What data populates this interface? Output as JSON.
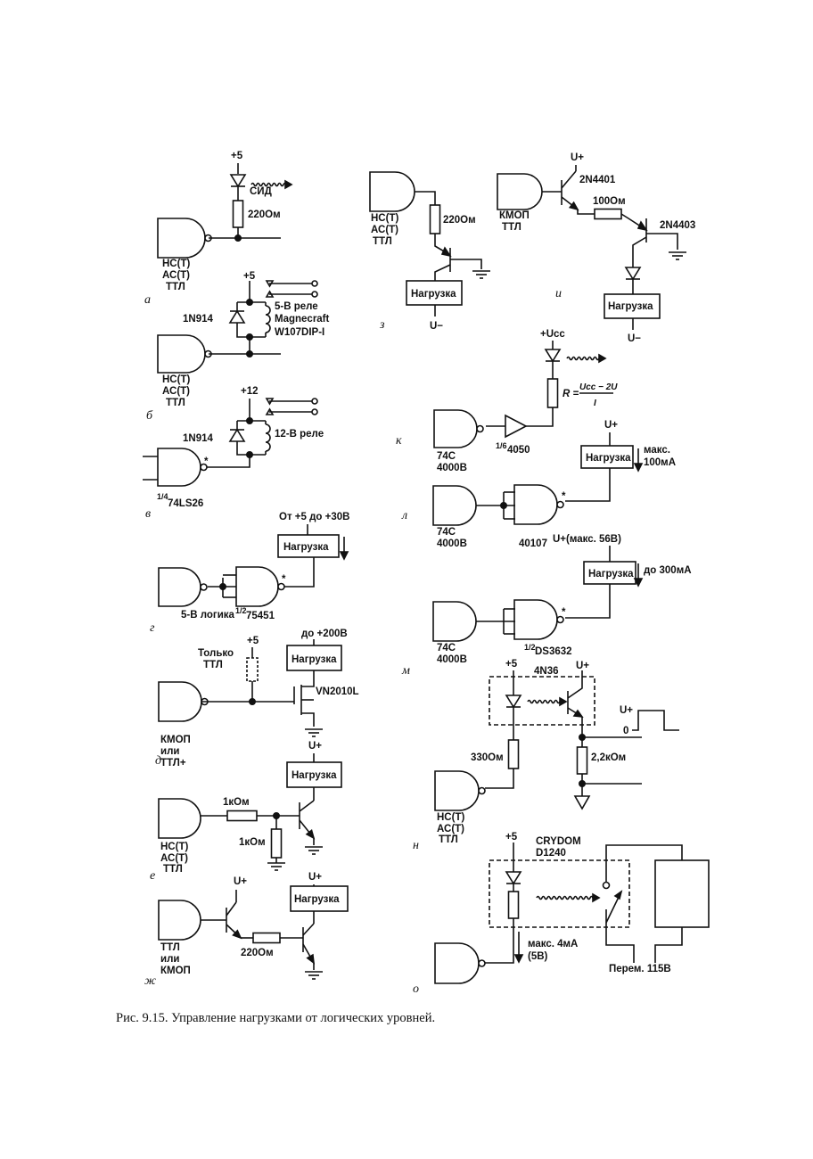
{
  "caption": "Рис. 9.15. Управление нагрузками от логических уровней.",
  "common": {
    "nc": "НС(Т)",
    "ac": "АС(Т)",
    "ttl": "ТТЛ",
    "load": "Нагрузка",
    "u_plus": "U+",
    "u_minus": "U−",
    "plus5": "+5",
    "c74": "74С",
    "c4000": "4000В",
    "star": "*"
  },
  "a": {
    "letter": "а",
    "led": "СИД",
    "r": "220Ом"
  },
  "b": {
    "letter": "б",
    "diode": "1N914",
    "relay1": "5-В реле",
    "relay2": "Magnecraft",
    "relay3": "W107DIP-I"
  },
  "v": {
    "letter": "в",
    "supply": "+12",
    "diode": "1N914",
    "relay": "12-В реле",
    "chip_frac": "1/4",
    "chip": "74LS26"
  },
  "g": {
    "letter": "г",
    "supply": "От +5 до +30В",
    "logic": "5-В логика",
    "chip_frac": "1/2",
    "chip": "75451"
  },
  "d": {
    "letter": "д",
    "only1": "Только",
    "only2": "ТТЛ",
    "supply": "до +200В",
    "fet": "VN2010L",
    "in1": "КМОП",
    "in2": "или",
    "in3": "ТТЛ+"
  },
  "e": {
    "letter": "е",
    "r1": "1кОм",
    "r2": "1кОм"
  },
  "zh": {
    "letter": "ж",
    "r": "220Ом",
    "in1": "ТТЛ",
    "in2": "или",
    "in3": "КМОП"
  },
  "z": {
    "letter": "з",
    "r": "220Ом"
  },
  "i": {
    "letter": "и",
    "q1": "2N4401",
    "q2": "2N4403",
    "r": "100Ом",
    "in1": "КМОП",
    "in2": "ТТЛ"
  },
  "k": {
    "letter": "к",
    "supply": "+Ucc",
    "formula_left": "R =",
    "formula_num": "Ucc − 2U",
    "formula_den": "I",
    "buf_frac": "1/6",
    "buf": "4050"
  },
  "l": {
    "letter": "л",
    "max1": "макс.",
    "max2": "100мА",
    "chip": "40107"
  },
  "m": {
    "letter": "м",
    "supply": "U+(макс. 56В)",
    "max": "до 300мА",
    "chip_frac": "1/2",
    "chip": "DS3632"
  },
  "n": {
    "letter": "н",
    "opto": "4N36",
    "r1": "330Ом",
    "r2": "2,2кОм",
    "zero": "0"
  },
  "o": {
    "letter": "о",
    "brand1": "CRYDOM",
    "brand2": "D1240",
    "max1": "макс. 4мА",
    "max2": "(5В)",
    "ac": "Перем. 115В"
  }
}
